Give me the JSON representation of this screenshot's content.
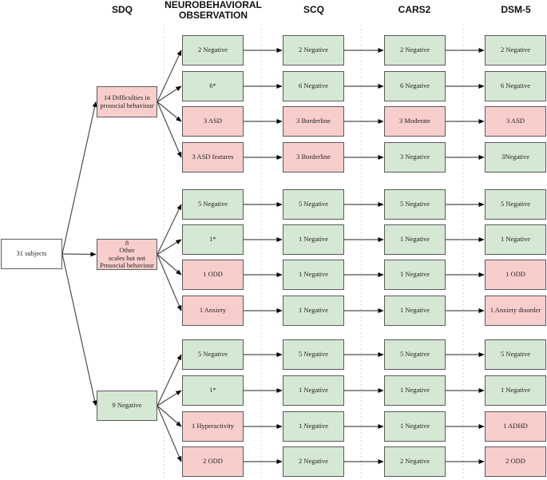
{
  "palette": {
    "positive_fill": "#d5e8d4",
    "flagged_fill": "#f8cecc",
    "root_fill": "#ffffff",
    "node_border": "#5b5b5b",
    "arrow": "#4d4d4d",
    "separator": "#c9c9c9",
    "text": "#1f1f1f"
  },
  "headers": [
    {
      "label": "SDQ"
    },
    {
      "label": "NEUROBEHAVIORAL\nOBSERVATION"
    },
    {
      "label": "SCQ"
    },
    {
      "label": "CARS2"
    },
    {
      "label": "DSM-5"
    }
  ],
  "root": {
    "label": "31 subjects"
  },
  "groups": [
    {
      "sdq": {
        "label": "14 Difficulties in\nprosocial behaviour",
        "tone": "pink"
      },
      "rows": [
        {
          "cells": [
            {
              "label": "2 Negative",
              "tone": "green"
            },
            {
              "label": "2 Negative",
              "tone": "green"
            },
            {
              "label": "2 Negative",
              "tone": "green"
            },
            {
              "label": "2 Negative",
              "tone": "green"
            }
          ]
        },
        {
          "cells": [
            {
              "label": "6*",
              "tone": "green"
            },
            {
              "label": "6 Negative",
              "tone": "green"
            },
            {
              "label": "6 Negative",
              "tone": "green"
            },
            {
              "label": "6 Negative",
              "tone": "green"
            }
          ]
        },
        {
          "cells": [
            {
              "label": "3 ASD",
              "tone": "pink"
            },
            {
              "label": "3 Borderline",
              "tone": "pink"
            },
            {
              "label": "3 Moderate",
              "tone": "pink"
            },
            {
              "label": "3 ASD",
              "tone": "pink"
            }
          ]
        },
        {
          "cells": [
            {
              "label": "3 ASD features",
              "tone": "pink"
            },
            {
              "label": "3 Borderline",
              "tone": "pink"
            },
            {
              "label": "3 Negative",
              "tone": "green"
            },
            {
              "label": "3Negative",
              "tone": "green"
            }
          ]
        }
      ]
    },
    {
      "sdq": {
        "label": "8\nOther\nscales but not\nProsocial behaviour",
        "tone": "pink"
      },
      "rows": [
        {
          "cells": [
            {
              "label": "5 Negative",
              "tone": "green"
            },
            {
              "label": "5 Negative",
              "tone": "green"
            },
            {
              "label": "5 Negative",
              "tone": "green"
            },
            {
              "label": "5 Negative",
              "tone": "green"
            }
          ]
        },
        {
          "cells": [
            {
              "label": "1*",
              "tone": "green"
            },
            {
              "label": "1 Negative",
              "tone": "green"
            },
            {
              "label": "1 Negative",
              "tone": "green"
            },
            {
              "label": "1 Negative",
              "tone": "green"
            }
          ]
        },
        {
          "cells": [
            {
              "label": "1 ODD",
              "tone": "pink"
            },
            {
              "label": "1 Negative",
              "tone": "green"
            },
            {
              "label": "1 Negative",
              "tone": "green"
            },
            {
              "label": "1 ODD",
              "tone": "pink"
            }
          ]
        },
        {
          "cells": [
            {
              "label": "1 Anxiety",
              "tone": "pink"
            },
            {
              "label": "1 Negative",
              "tone": "green"
            },
            {
              "label": "1 Negative",
              "tone": "green"
            },
            {
              "label": "1 Anxiety disorder",
              "tone": "pink"
            }
          ]
        }
      ]
    },
    {
      "sdq": {
        "label": "9 Negative",
        "tone": "green"
      },
      "rows": [
        {
          "cells": [
            {
              "label": "5 Negative",
              "tone": "green"
            },
            {
              "label": "5 Negative",
              "tone": "green"
            },
            {
              "label": "5 Negative",
              "tone": "green"
            },
            {
              "label": "5 Negative",
              "tone": "green"
            }
          ]
        },
        {
          "cells": [
            {
              "label": "1*",
              "tone": "green"
            },
            {
              "label": "1 Negative",
              "tone": "green"
            },
            {
              "label": "1 Negative",
              "tone": "green"
            },
            {
              "label": "1 Negative",
              "tone": "green"
            }
          ]
        },
        {
          "cells": [
            {
              "label": "1 Hyperactivity",
              "tone": "pink"
            },
            {
              "label": "1 Negative",
              "tone": "green"
            },
            {
              "label": "1 Negative",
              "tone": "green"
            },
            {
              "label": "1 ADHD",
              "tone": "pink"
            }
          ]
        },
        {
          "cells": [
            {
              "label": "2 ODD",
              "tone": "pink"
            },
            {
              "label": "2 Negative",
              "tone": "green"
            },
            {
              "label": "2 Negative",
              "tone": "green"
            },
            {
              "label": "2 ODD",
              "tone": "pink"
            }
          ]
        }
      ]
    }
  ]
}
